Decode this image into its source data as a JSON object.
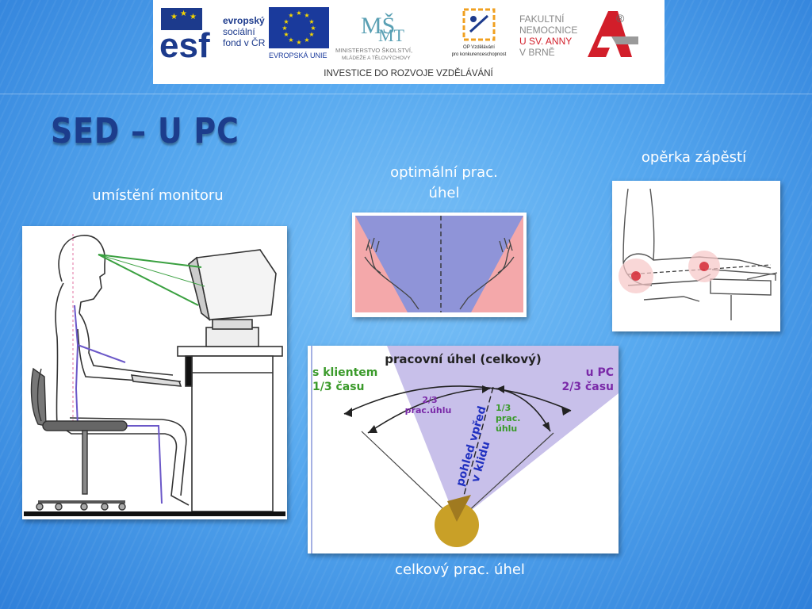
{
  "banner": {
    "esf": {
      "big": "esf",
      "line1": "evropský",
      "line2": "sociální",
      "line3": "fond v ČR"
    },
    "eu": {
      "label": "EVROPSKÁ UNIE"
    },
    "msmt": {
      "line1": "MINISTERSTVO ŠKOLSTVÍ,",
      "line2": "MLÁDEŽE A TĚLOVÝCHOVY"
    },
    "op": {
      "line1": "OP Vzdělávání",
      "line2": "pro konkurenceschopnost"
    },
    "fn": {
      "line1": "FAKULTNÍ",
      "line2": "NEMOCNICE",
      "line3": "U SV. ANNY",
      "line4": "V BRNĚ",
      "mark": "®"
    },
    "motto": "INVESTICE DO ROZVOJE VZDĚLÁVÁNÍ"
  },
  "slide": {
    "title": "SED – U PC",
    "captions": {
      "monitor": "umístění monitoru",
      "optimal_line1": "optimální prac.",
      "optimal_line2": "úhel",
      "wrist": "opěrka zápěstí",
      "total": "celkový prac. úhel"
    }
  },
  "angle_diagram": {
    "title": "pracovní úhel (celkový)",
    "left_line1": "s klientem",
    "left_line2": "1/3 času",
    "right_line1": "u PC",
    "right_line2": "2/3 času",
    "two_thirds_line1": "2/3",
    "two_thirds_line2": "prac.úhlu",
    "one_third_line1": "1/3",
    "one_third_line2": "prac.",
    "one_third_line3": "úhlu",
    "gaze_line1": "pohled vpřed",
    "gaze_line2": "v klidu"
  },
  "colors": {
    "title": "#1c3d8c",
    "angle_fill": "#c8c0ea",
    "green_text": "#3a9a2a",
    "purple_text": "#7a2aa8",
    "blue_text": "#2030c0",
    "head": "#c9a027"
  }
}
